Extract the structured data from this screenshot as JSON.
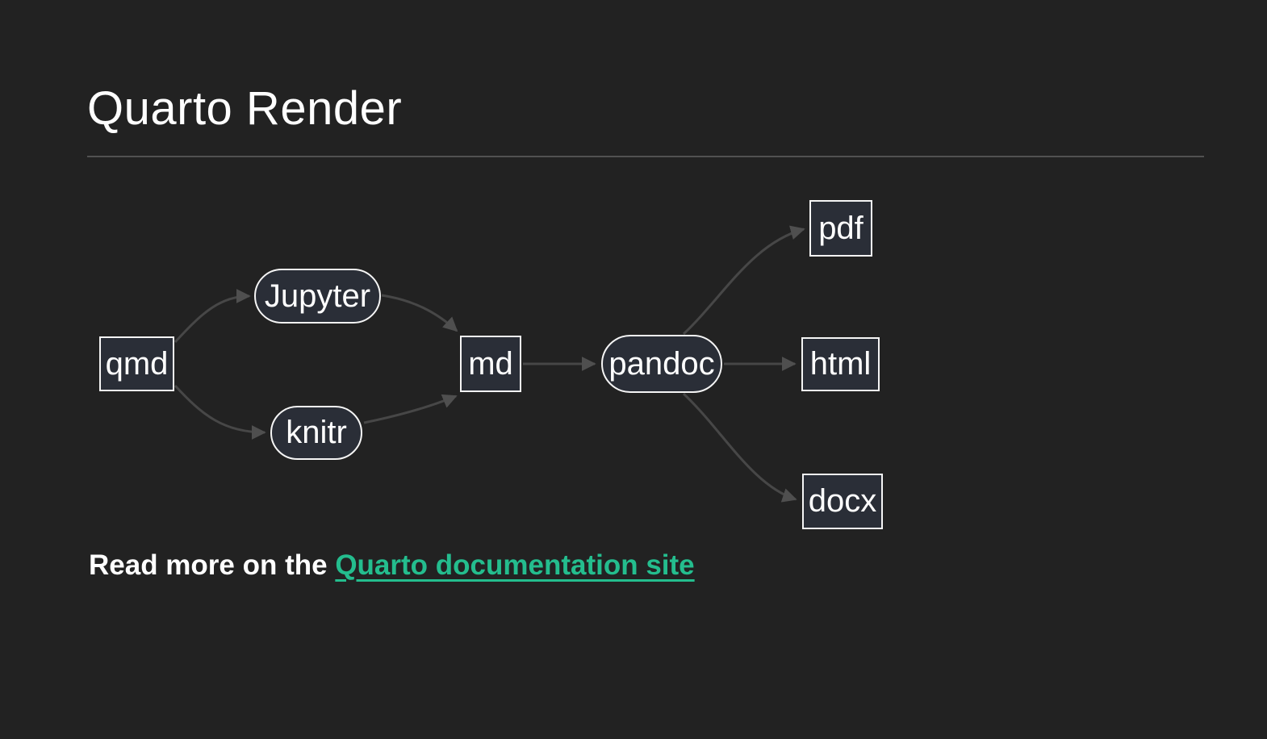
{
  "slide": {
    "title": "Quarto Render"
  },
  "diagram": {
    "type": "flowchart",
    "direction": "left-to-right",
    "nodes": [
      {
        "id": "qmd",
        "label": "qmd",
        "shape": "rect"
      },
      {
        "id": "jupyter",
        "label": "Jupyter",
        "shape": "stadium"
      },
      {
        "id": "knitr",
        "label": "knitr",
        "shape": "stadium"
      },
      {
        "id": "md",
        "label": "md",
        "shape": "rect"
      },
      {
        "id": "pandoc",
        "label": "pandoc",
        "shape": "stadium"
      },
      {
        "id": "pdf",
        "label": "pdf",
        "shape": "rect"
      },
      {
        "id": "html",
        "label": "html",
        "shape": "rect"
      },
      {
        "id": "docx",
        "label": "docx",
        "shape": "rect"
      }
    ],
    "edges": [
      {
        "from": "qmd",
        "to": "jupyter"
      },
      {
        "from": "qmd",
        "to": "knitr"
      },
      {
        "from": "jupyter",
        "to": "md"
      },
      {
        "from": "knitr",
        "to": "md"
      },
      {
        "from": "md",
        "to": "pandoc"
      },
      {
        "from": "pandoc",
        "to": "pdf"
      },
      {
        "from": "pandoc",
        "to": "html"
      },
      {
        "from": "pandoc",
        "to": "docx"
      }
    ]
  },
  "footer": {
    "text_before_link": "Read more on the ",
    "link_label": "Quarto documentation site"
  },
  "colors": {
    "background": "#222222",
    "node_fill": "#2a2e37",
    "node_border": "#f5f5f5",
    "edge": "#474747",
    "arrowhead": "#4f4f4f",
    "title_rule": "#515151",
    "text": "#ffffff",
    "link": "#24bd8e"
  }
}
